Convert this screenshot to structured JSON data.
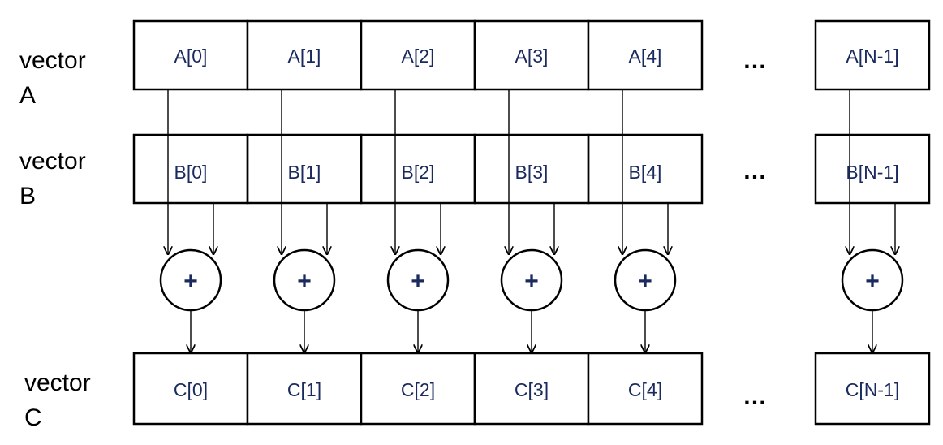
{
  "vectors": [
    {
      "label_word": "vector",
      "label_name": "A",
      "cells": [
        "A[0]",
        "A[1]",
        "A[2]",
        "A[3]",
        "A[4]",
        "A[N-1]"
      ]
    },
    {
      "label_word": "vector",
      "label_name": "B",
      "cells": [
        "B[0]",
        "B[1]",
        "B[2]",
        "B[3]",
        "B[4]",
        "B[N-1]"
      ]
    },
    {
      "label_word": "vector",
      "label_name": "C",
      "cells": [
        "C[0]",
        "C[1]",
        "C[2]",
        "C[3]",
        "C[4]",
        "C[N-1]"
      ]
    }
  ],
  "ellipsis": "…",
  "adder_symbol": "+",
  "colors": {
    "cell_text": "#1a2a5e",
    "outline": "#000000"
  }
}
